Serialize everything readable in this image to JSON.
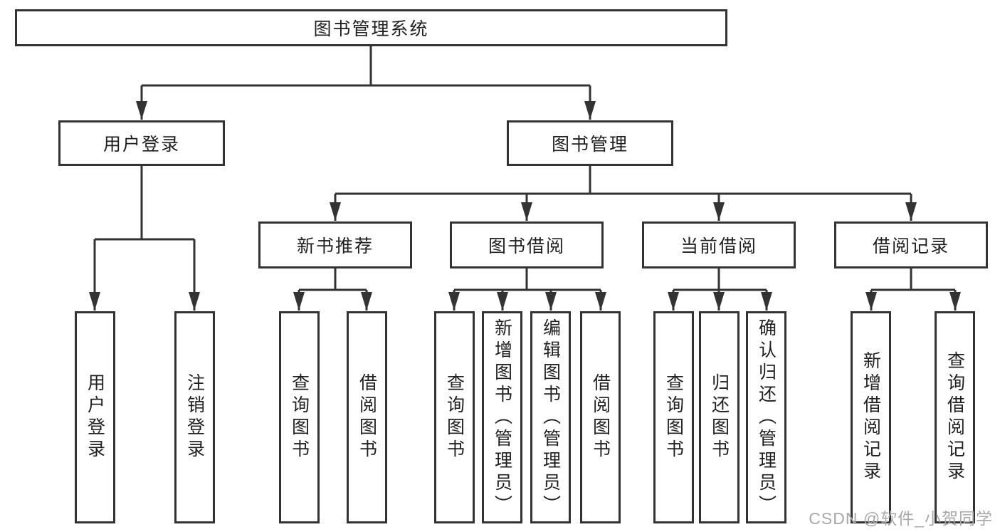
{
  "tree": {
    "root": {
      "label": "图书管理系统"
    },
    "level1": [
      {
        "label": "用户登录"
      },
      {
        "label": "图书管理"
      }
    ],
    "level2": [
      {
        "label": "新书推荐"
      },
      {
        "label": "图书借阅"
      },
      {
        "label": "当前借阅"
      },
      {
        "label": "借阅记录"
      }
    ],
    "leaves": {
      "login": [
        {
          "label": "用户登录"
        },
        {
          "label": "注销登录"
        }
      ],
      "newbook": [
        {
          "label": "查询图书"
        },
        {
          "label": "借阅图书"
        }
      ],
      "borrow": [
        {
          "label": "查询图书"
        },
        {
          "label": "新增图书（管理员）"
        },
        {
          "label": "编辑图书（管理员）"
        },
        {
          "label": "借阅图书"
        }
      ],
      "current": [
        {
          "label": "查询图书"
        },
        {
          "label": "归还图书"
        },
        {
          "label": "确认归还（管理员）"
        }
      ],
      "records": [
        {
          "label": "新增借阅记录"
        },
        {
          "label": "查询借阅记录"
        }
      ]
    }
  },
  "watermark": {
    "text": "CSDN @软件_小贺同学"
  },
  "colors": {
    "line": "#333333",
    "text": "#1f1f1f",
    "background": "#ffffff",
    "watermark": "#a8a8a8"
  }
}
